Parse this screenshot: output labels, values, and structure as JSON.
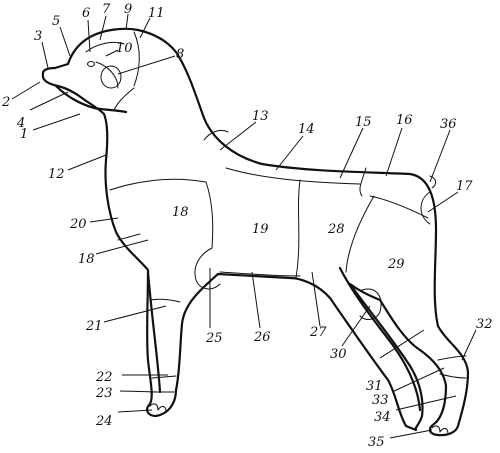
{
  "figure": {
    "colors": {
      "ink": "#111111",
      "paper": "#ffffff"
    },
    "labels": {
      "l1": "1",
      "l2": "2",
      "l3": "3",
      "l4": "4",
      "l5": "5",
      "l6": "6",
      "l7": "7",
      "l8": "8",
      "l9": "9",
      "l10": "10",
      "l11": "11",
      "l12": "12",
      "l13": "13",
      "l14": "14",
      "l15": "15",
      "l16": "16",
      "l17": "17",
      "l18a": "18",
      "l18b": "18",
      "l19": "19",
      "l20": "20",
      "l21": "21",
      "l22": "22",
      "l23": "23",
      "l24": "24",
      "l25": "25",
      "l26": "26",
      "l27": "27",
      "l28": "28",
      "l29": "29",
      "l30": "30",
      "l31": "31",
      "l32": "32",
      "l33": "33",
      "l34": "34",
      "l35": "35",
      "l36": "36"
    }
  }
}
